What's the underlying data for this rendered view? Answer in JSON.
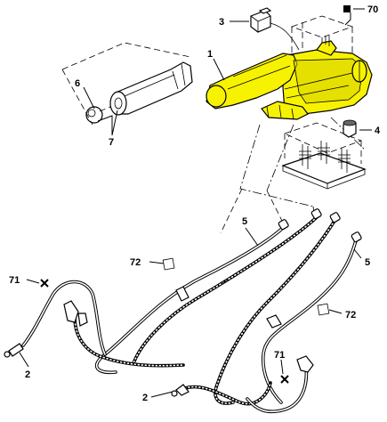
{
  "callouts": {
    "c1": "1",
    "c2a": "2",
    "c2b": "2",
    "c3": "3",
    "c4": "4",
    "c5a": "5",
    "c5b": "5",
    "c6": "6",
    "c7": "7",
    "c70": "70",
    "c71a": "71",
    "c71b": "71",
    "c72a": "72",
    "c72b": "72"
  },
  "colors": {
    "highlight": "#f7f200",
    "line": "#000000",
    "background": "#ffffff"
  }
}
